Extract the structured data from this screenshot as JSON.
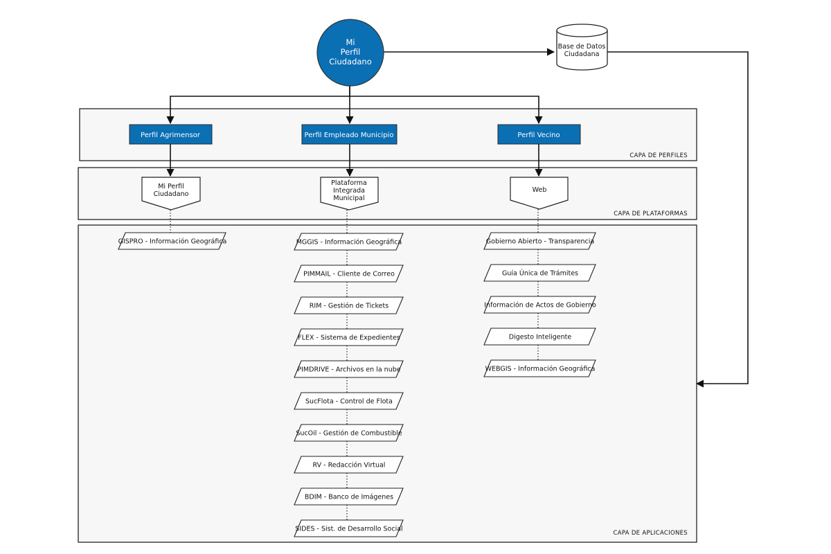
{
  "root": {
    "lines": [
      "Mi",
      "Perfil",
      "Ciudadano"
    ],
    "color": "#0b6fb4"
  },
  "database": {
    "lines": [
      "Base de Datos",
      "Ciudadana"
    ]
  },
  "layers": {
    "perfiles": "CAPA DE PERFILES",
    "plataformas": "CAPA DE PLATAFORMAS",
    "aplicaciones": "CAPA DE APLICACIONES"
  },
  "profiles": [
    {
      "label": "Perfil Agrimensor"
    },
    {
      "label": "Perfil Empleado Municipio"
    },
    {
      "label": "Perfil Vecino"
    }
  ],
  "platforms": [
    {
      "lines": [
        "Mi Perfil",
        "Ciudadano"
      ]
    },
    {
      "lines": [
        "Plataforma",
        "Integrada",
        "Municipal"
      ]
    },
    {
      "lines": [
        "Web"
      ]
    }
  ],
  "applications": [
    [
      "GISPRO - Información Geográfica"
    ],
    [
      "MGGIS - Información Geográfica",
      "PIMMAIL - Cliente de Correo",
      "RIM - Gestión de Tickets",
      "FLEX - Sistema de Expedientes",
      "PIMDRIVE - Archivos en la nube",
      "SucFlota - Control de Flota",
      "SucOil - Gestión de Combustible",
      "RV - Redacción Virtual",
      "BDIM - Banco de Imágenes",
      "SIDES - Sist. de Desarrollo Social"
    ],
    [
      "Gobierno Abierto - Transparencia",
      "Guía Única de Trámites",
      "Información de Actos de Gobierno",
      "Digesto Inteligente",
      "WEBGIS - Información Geográfica"
    ]
  ]
}
